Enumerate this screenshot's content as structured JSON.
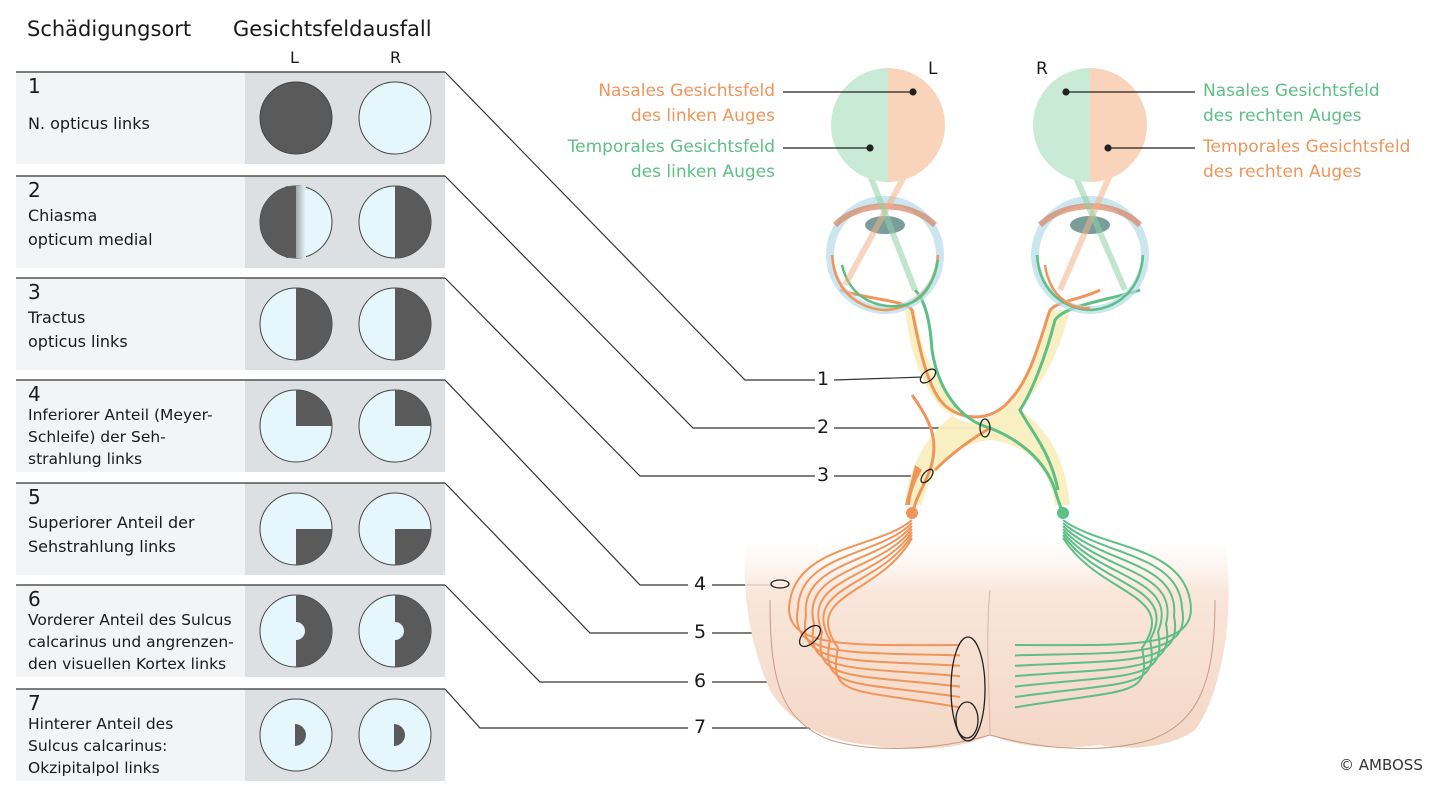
{
  "header": {
    "site_col": "Schädigungsort",
    "field_col": "Gesichtsfeldausfall",
    "left_eye": "L",
    "right_eye": "R"
  },
  "rows": [
    {
      "num": "1",
      "lines": [
        "N. opticus links"
      ],
      "defect_left": "full",
      "defect_right": "none"
    },
    {
      "num": "2",
      "lines": [
        "Chiasma",
        "opticum medial"
      ],
      "defect_left": "left-half",
      "defect_right": "right-half"
    },
    {
      "num": "3",
      "lines": [
        "Tractus",
        "opticus links"
      ],
      "defect_left": "right-half",
      "defect_right": "right-half"
    },
    {
      "num": "4",
      "lines": [
        "Inferiorer Anteil (Meyer-",
        "Schleife) der Seh-",
        "strahlung links"
      ],
      "defect_left": "upper-right-quadrant",
      "defect_right": "upper-right-quadrant"
    },
    {
      "num": "5",
      "lines": [
        "Superiorer Anteil der",
        "Sehstrahlung links"
      ],
      "defect_left": "lower-right-quadrant",
      "defect_right": "lower-right-quadrant"
    },
    {
      "num": "6",
      "lines": [
        "Vorderer Anteil des Sulcus",
        "calcarinus und angrenzen-",
        "den visuellen Kortex links"
      ],
      "defect_left": "right-half-macular-sparing",
      "defect_right": "right-half-macular-sparing"
    },
    {
      "num": "7",
      "lines": [
        "Hinterer Anteil des",
        "Sulcus calcarinus:",
        "Okzipitalpol links"
      ],
      "defect_left": "central-right",
      "defect_right": "central-right"
    }
  ],
  "diagram": {
    "eye_left_label": "L",
    "eye_right_label": "R",
    "nasal_left": [
      "Nasales Gesichtsfeld",
      "des linken Auges"
    ],
    "temporal_left": [
      "Temporales Gesichtsfeld",
      "des linken Auges"
    ],
    "nasal_right": [
      "Nasales Gesichtsfeld",
      "des rechten Auges"
    ],
    "temporal_right": [
      "Temporales Gesichtsfeld",
      "des rechten Auges"
    ],
    "lesion_numbers": [
      "1",
      "2",
      "3",
      "4",
      "5",
      "6",
      "7"
    ]
  },
  "copyright": "© AMBOSS",
  "colors": {
    "orange": "#f0955a",
    "green": "#5dbf84",
    "defect": "#5a5a5a",
    "field": "#e6f6fd",
    "panel": "#dde0e3",
    "tract": "#f8efbf"
  }
}
